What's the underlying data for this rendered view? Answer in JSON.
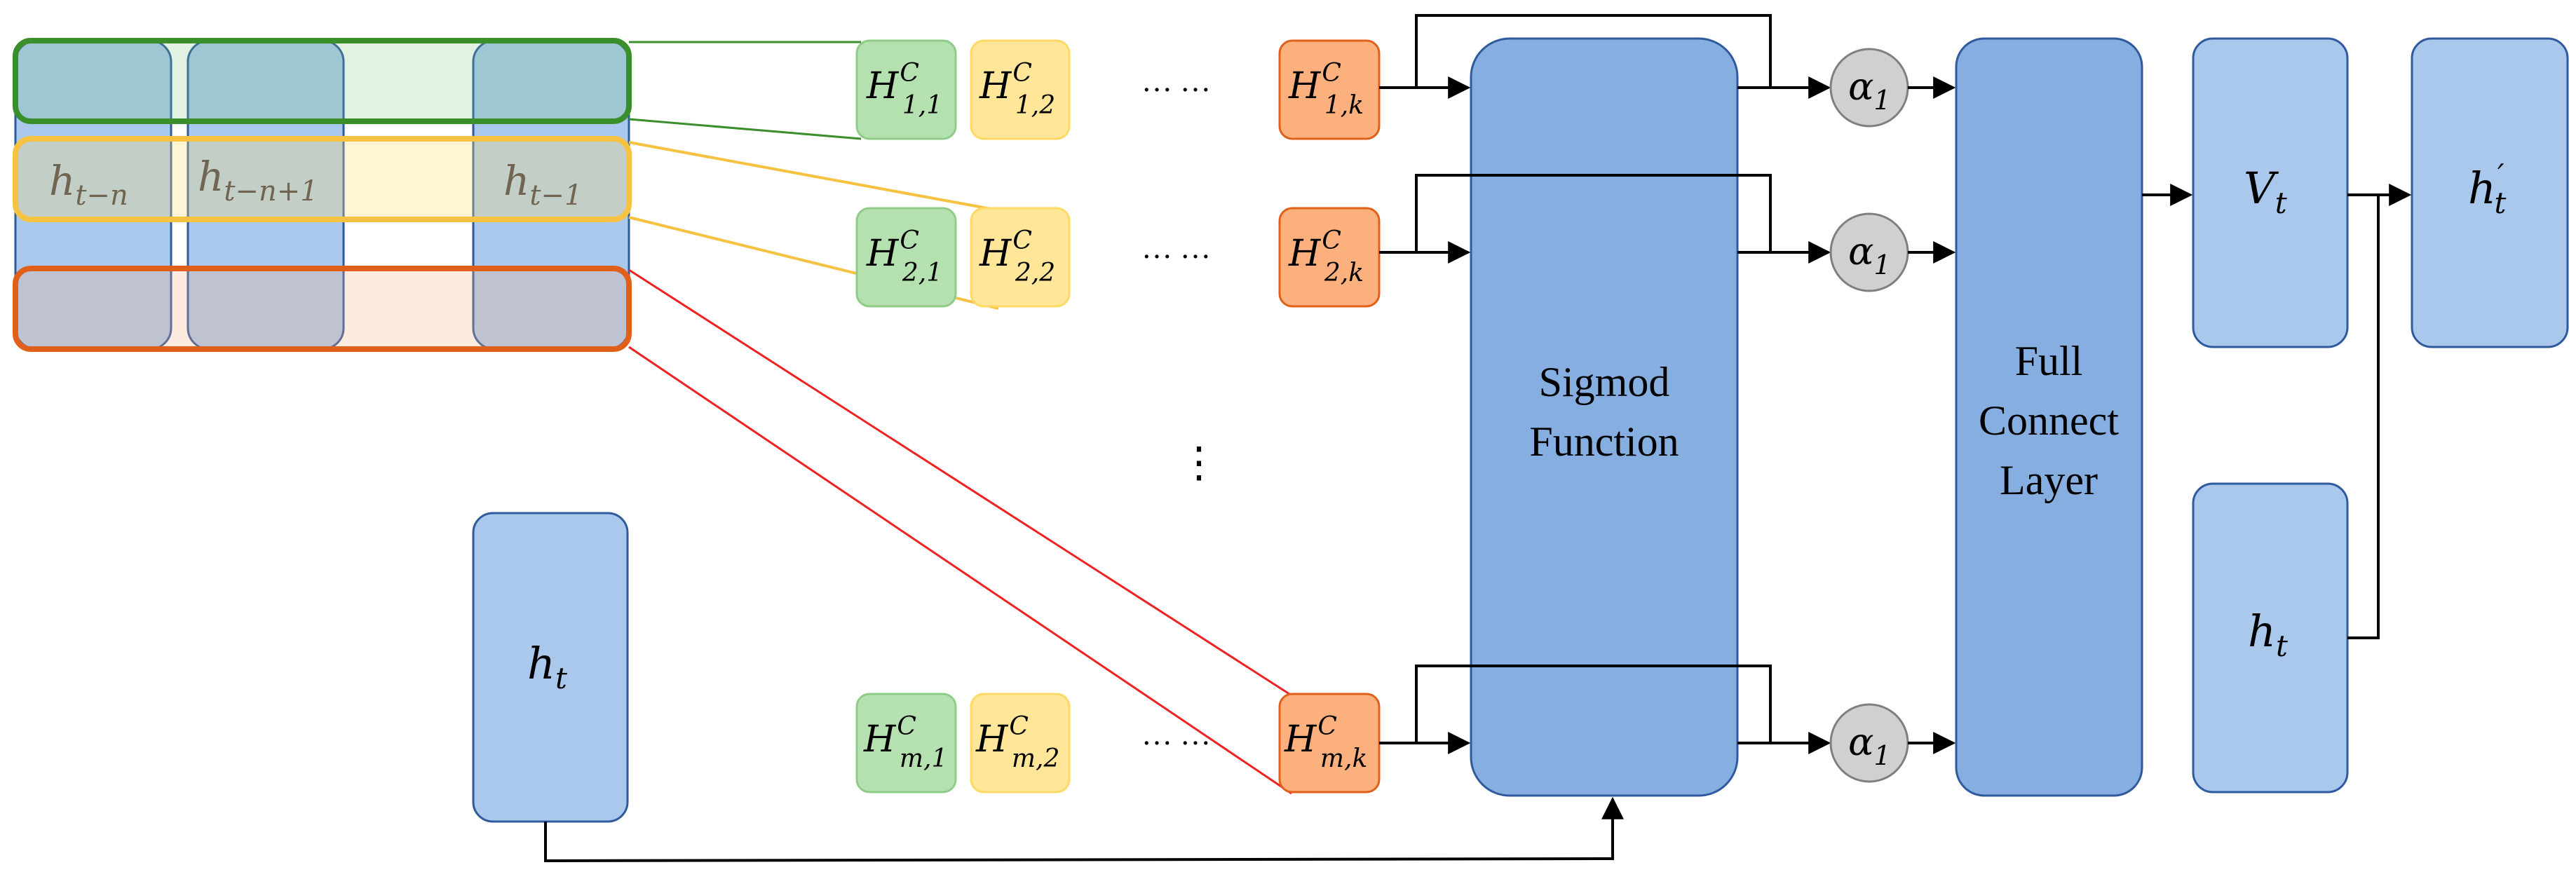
{
  "input_vectors": {
    "h_t_minus_n": {
      "base": "h",
      "sub": "t−n"
    },
    "h_t_minus_n_plus_1": {
      "base": "h",
      "sub": "t−n+1"
    },
    "h_t_minus_1": {
      "base": "h",
      "sub": "t−1"
    },
    "h_t": {
      "base": "h",
      "sub": "t"
    }
  },
  "conv_features": {
    "row1": {
      "c1": {
        "base": "H",
        "sup": "C",
        "sub": "1,1"
      },
      "c2": {
        "base": "H",
        "sup": "C",
        "sub": "1,2"
      },
      "ck": {
        "base": "H",
        "sup": "C",
        "sub": "1,k"
      }
    },
    "row2": {
      "c1": {
        "base": "H",
        "sup": "C",
        "sub": "2,1"
      },
      "c2": {
        "base": "H",
        "sup": "C",
        "sub": "2,2"
      },
      "ck": {
        "base": "H",
        "sup": "C",
        "sub": "2,k"
      }
    },
    "rowm": {
      "c1": {
        "base": "H",
        "sup": "C",
        "sub": "m,1"
      },
      "c2": {
        "base": "H",
        "sup": "C",
        "sub": "m,2"
      },
      "ck": {
        "base": "H",
        "sup": "C",
        "sub": "m,k"
      }
    },
    "ellipsis_h": "… …",
    "ellipsis_v": "⋮"
  },
  "sigmoid": {
    "line1": "Sigmod",
    "line2": "Function"
  },
  "alpha": {
    "base": "α",
    "sub": "1"
  },
  "fc": {
    "line1": "Full",
    "line2": "Connect",
    "line3": "Layer"
  },
  "outputs": {
    "v_t": {
      "base": "V",
      "sub": "t"
    },
    "h_t": {
      "base": "h",
      "sub": "t"
    },
    "h_t_prime": {
      "base": "h",
      "sup": "′",
      "sub": "t"
    }
  },
  "colors": {
    "blue_box": "#aac8ec",
    "blue_box_dark": "#86aee0",
    "blue_border": "#2f5a9e",
    "green_fill": "#b5e0b0",
    "green_border": "#3a8f2a",
    "yellow_fill": "#ffe699",
    "yellow_border": "#f5c242",
    "orange_fill": "#fbb07e",
    "orange_border": "#e0601a",
    "red_line": "#ee2222",
    "alpha_fill": "#d0d0d0"
  }
}
